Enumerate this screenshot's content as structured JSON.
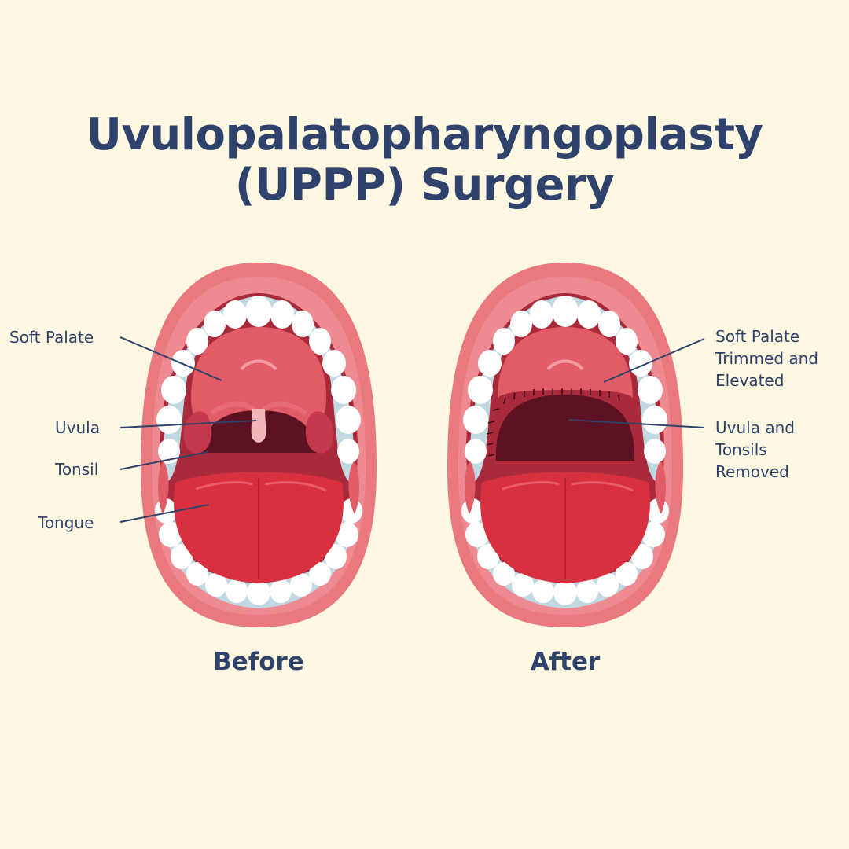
{
  "title": {
    "line1": "Uvulopalatopharyngoplasty",
    "line2": "(UPPP) Surgery"
  },
  "before": {
    "caption": "Before",
    "labels": {
      "soft_palate": "Soft Palate",
      "uvula": "Uvula",
      "tonsil": "Tonsil",
      "tongue": "Tongue"
    }
  },
  "after": {
    "caption": "After",
    "labels": {
      "soft_palate_line1": "Soft Palate",
      "soft_palate_line2": "Trimmed and",
      "soft_palate_line3": "Elevated",
      "removed_line1": "Uvula and",
      "removed_line2": "Tonsils",
      "removed_line3": "Removed"
    }
  },
  "colors": {
    "background": "#FEF8E2",
    "text": "#2E426B",
    "lips": "#E9797F",
    "mouth_interior": "#A92B3B",
    "palate": "#E25C68",
    "throat": "#5C1222",
    "tongue": "#D9303F",
    "teeth": "#FFFFFF",
    "gums": "#BFD8E2"
  }
}
